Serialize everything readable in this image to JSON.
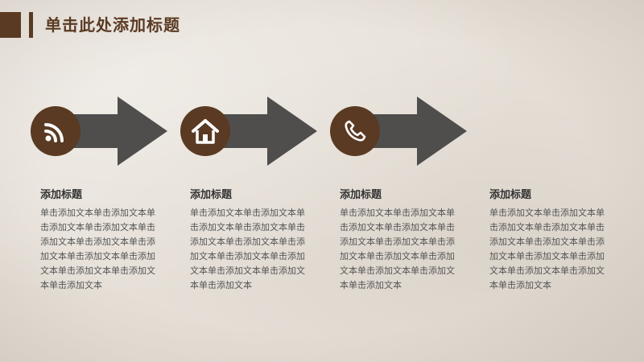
{
  "header": {
    "title": "单击此处添加标题"
  },
  "theme": {
    "brand_color": "#5a3a22",
    "arrow_color": "#4f4e4d"
  },
  "steps": [
    {
      "icon": "wifi-icon"
    },
    {
      "icon": "home-icon"
    },
    {
      "icon": "phone-icon"
    }
  ],
  "columns": [
    {
      "heading": "添加标题",
      "body": "单击添加文本单击添加文本单击添加文本单击添加文本单击添加文本单击添加文本单击添加文本单击添加文本单击添加文本单击添加文本单击添加文本单击添加文本"
    },
    {
      "heading": "添加标题",
      "body": "单击添加文本单击添加文本单击添加文本单击添加文本单击添加文本单击添加文本单击添加文本单击添加文本单击添加文本单击添加文本单击添加文本单击添加文本"
    },
    {
      "heading": "添加标题",
      "body": "单击添加文本单击添加文本单击添加文本单击添加文本单击添加文本单击添加文本单击添加文本单击添加文本单击添加文本单击添加文本单击添加文本单击添加文本"
    },
    {
      "heading": "添加标题",
      "body": "单击添加文本单击添加文本单击添加文本单击添加文本单击添加文本单击添加文本单击添加文本单击添加文本单击添加文本单击添加文本单击添加文本单击添加文本"
    }
  ]
}
